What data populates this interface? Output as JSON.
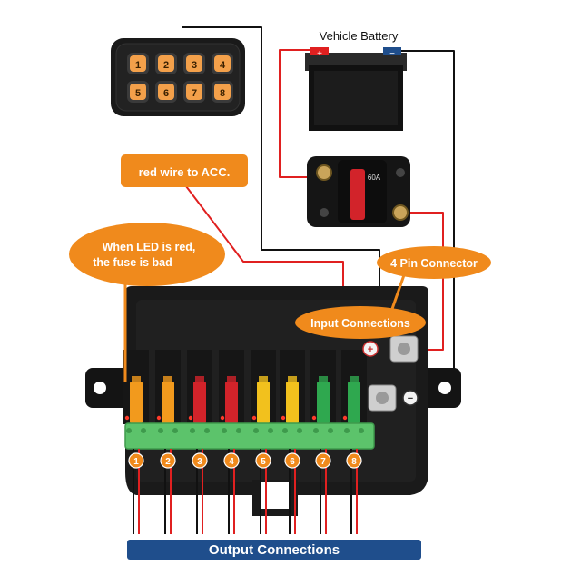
{
  "labels": {
    "vehicle_battery": "Vehicle Battery",
    "red_wire": "red wire to ACC.",
    "led_line1": "When LED is red,",
    "led_line2": "the fuse is bad",
    "pin_connector": "4 Pin Connector",
    "input_connections": "Input Connections",
    "output_connections": "Output Connections"
  },
  "switch_panel": {
    "buttons": [
      "1",
      "2",
      "3",
      "4",
      "5",
      "6",
      "7",
      "8"
    ]
  },
  "fuse_box": {
    "channel_numbers": [
      "1",
      "2",
      "3",
      "4",
      "5",
      "6",
      "7",
      "8"
    ],
    "fuse_colors": [
      "#f29a1d",
      "#f29a1d",
      "#d2232a",
      "#d2232a",
      "#f2c11d",
      "#f2c11d",
      "#2fa84f",
      "#2fa84f"
    ]
  },
  "breaker": {
    "marking": "60A"
  },
  "colors": {
    "callout": "#f08a1c",
    "banner": "#1f4e8c",
    "wire_red": "#e02020",
    "wire_black": "#111111",
    "terminal_green": "#5cc36b"
  }
}
